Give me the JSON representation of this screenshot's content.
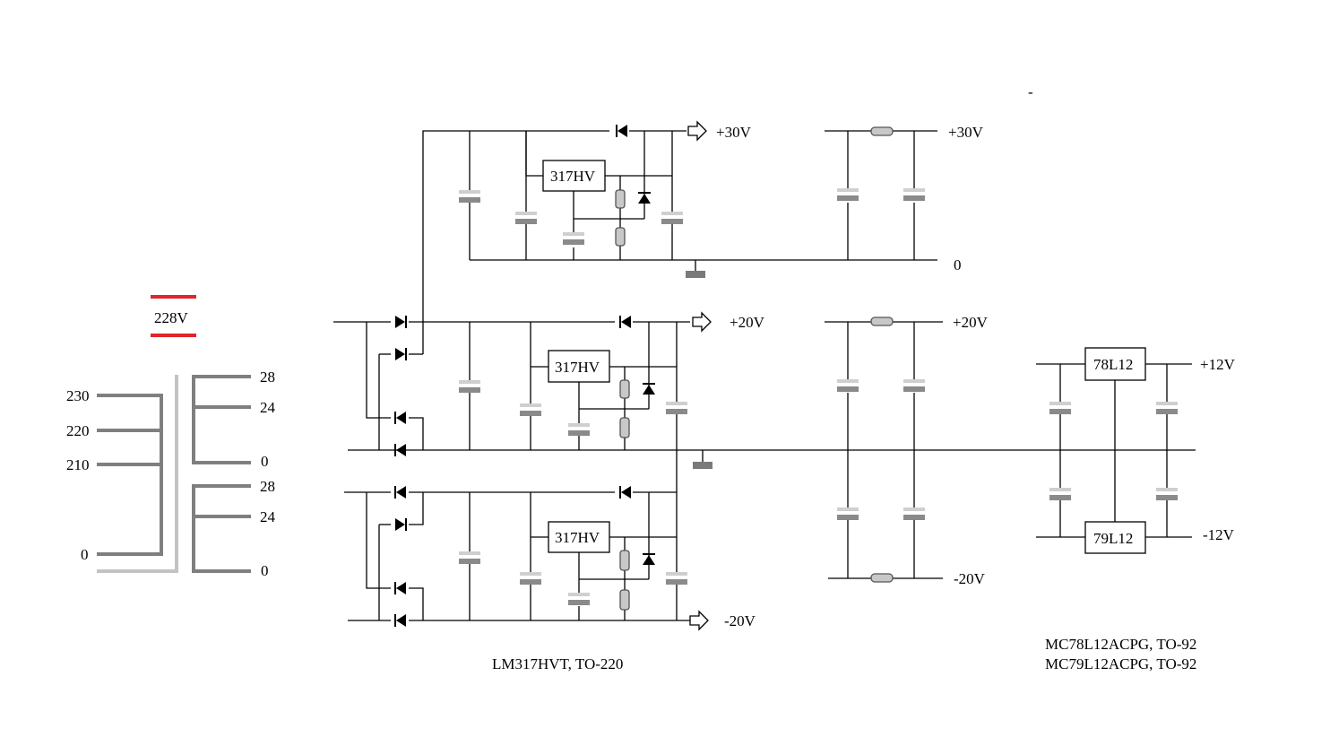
{
  "transformer": {
    "mains_label": "228V",
    "primary_taps": [
      "230",
      "220",
      "210",
      "0"
    ],
    "secondary_upper_taps": [
      "28",
      "24",
      "0"
    ],
    "secondary_lower_taps": [
      "28",
      "24",
      "0"
    ],
    "mains_color": "#e0252b"
  },
  "regulators": {
    "upper": "317HV",
    "middle": "317HV",
    "lower": "317HV",
    "pos12": "78L12",
    "neg12": "79L12"
  },
  "outputs": {
    "plus30_a": "+30V",
    "plus30_b": "+30V",
    "zero": "0",
    "plus20_a": "+20V",
    "plus20_b": "+20V",
    "minus20_a": "-20V",
    "minus20_b": "-20V",
    "plus12": "+12V",
    "minus12": "-12V"
  },
  "notes": {
    "lm317": "LM317HVT, TO-220",
    "mc78": "MC78L12ACPG, TO-92",
    "mc79": "MC79L12ACPG, TO-92",
    "dash": "-"
  }
}
